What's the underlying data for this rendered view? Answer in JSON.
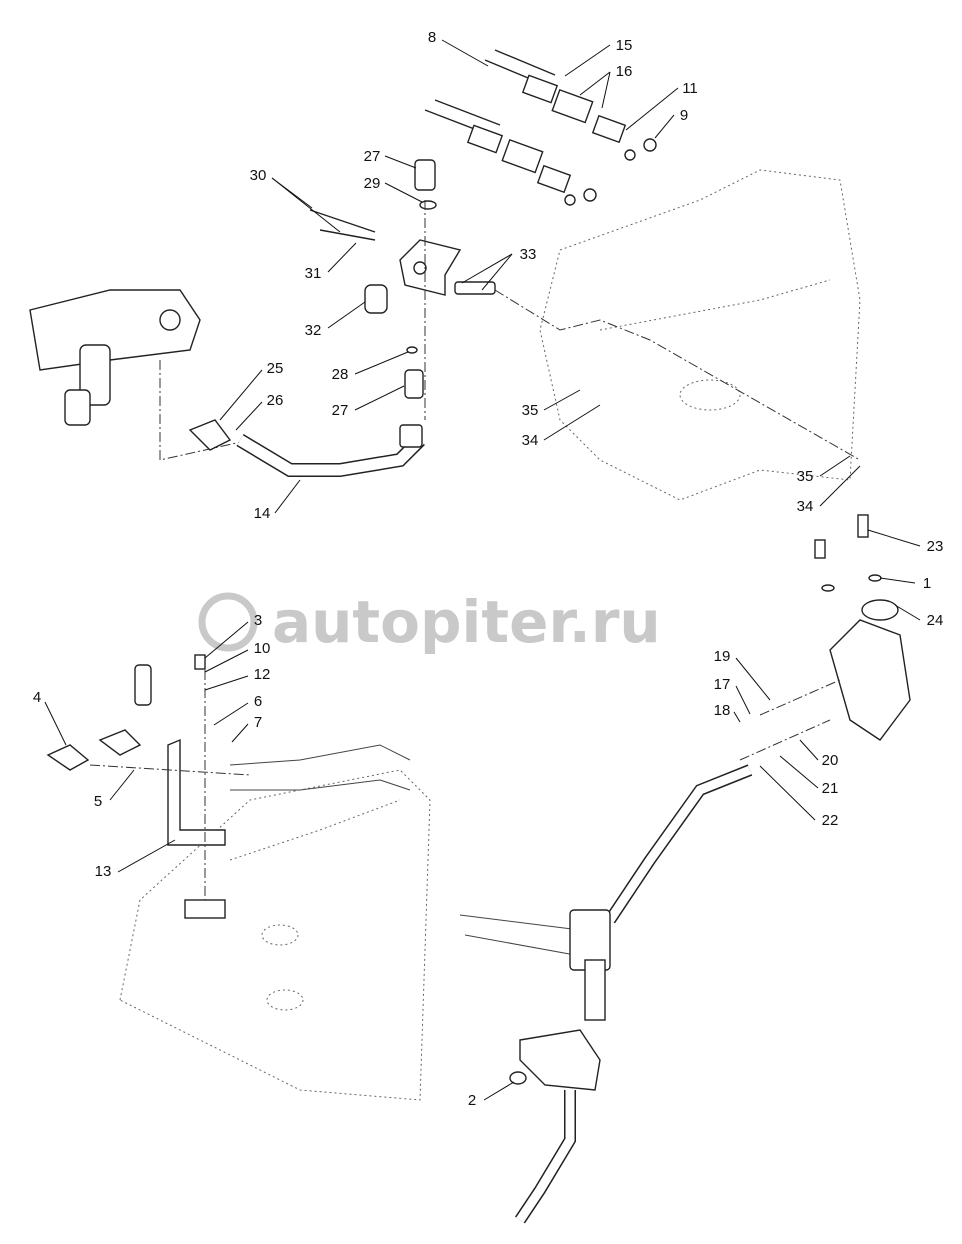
{
  "watermark": "autopiter.ru",
  "callouts": [
    "8",
    "15",
    "16",
    "11",
    "9",
    "27",
    "29",
    "30",
    "31",
    "33",
    "32",
    "28",
    "25",
    "26",
    "27",
    "35",
    "34",
    "14",
    "35",
    "34",
    "23",
    "1",
    "24",
    "3",
    "10",
    "12",
    "6",
    "7",
    "4",
    "5",
    "13",
    "19",
    "17",
    "18",
    "20",
    "21",
    "22",
    "2"
  ]
}
